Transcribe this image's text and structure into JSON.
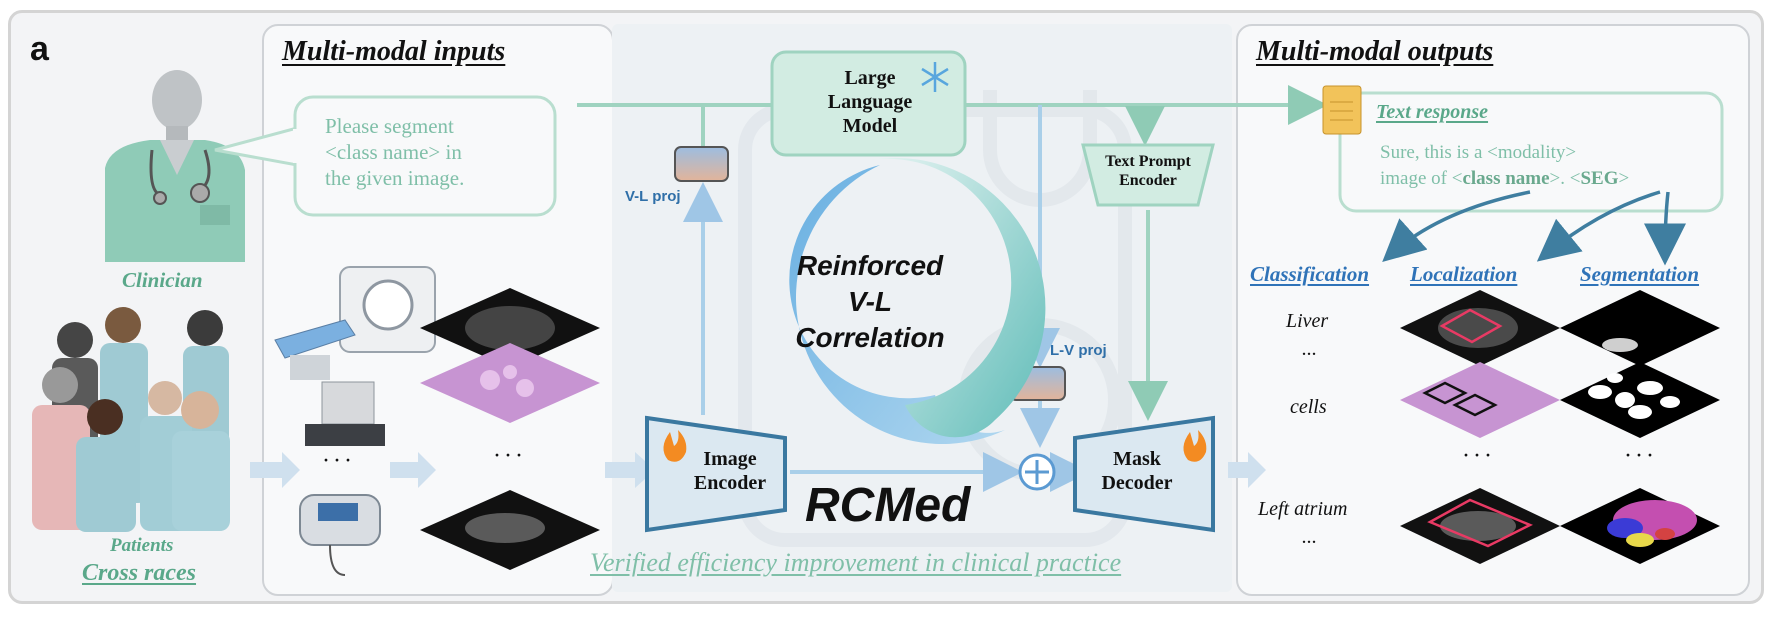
{
  "panel_letter": "a",
  "inputs": {
    "title": "Multi-modal inputs",
    "prompt_line1": "Please segment",
    "prompt_line2": "<class name> in",
    "prompt_line3": "the given image.",
    "clinician_label": "Clinician",
    "patients_label": "Patients",
    "cross_races_label": "Cross races",
    "dots": "···"
  },
  "model": {
    "llm_line1": "Large",
    "llm_line2": "Language",
    "llm_line3": "Model",
    "vl_proj": "V-L proj",
    "lv_proj": "L-V proj",
    "text_prompt_line1": "Text Prompt",
    "text_prompt_line2": "Encoder",
    "center_line1": "Reinforced",
    "center_line2": "V-L",
    "center_line3": "Correlation",
    "image_encoder_line1": "Image",
    "image_encoder_line2": "Encoder",
    "mask_decoder_line1": "Mask",
    "mask_decoder_line2": "Decoder",
    "name": "RCMed",
    "efficiency_note": "Verified efficiency improvement in clinical practice",
    "dots": "···"
  },
  "outputs": {
    "title": "Multi-modal outputs",
    "text_response_title": "Text response",
    "response_line1": "Sure, this is a <modality>",
    "response_line2_pre": "image of <",
    "response_class": "class name",
    "response_line2_mid": ">. <",
    "response_seg": "SEG",
    "response_line2_end": ">",
    "tasks": [
      "Classification",
      "Localization",
      "Segmentation"
    ],
    "classes": [
      "Liver",
      "...",
      "cells",
      "Left atrium",
      "..."
    ],
    "dots": "···"
  },
  "colors": {
    "green": "#7fbfa8",
    "blue": "#2f73b8",
    "panel_bg": "#eef1f4"
  }
}
